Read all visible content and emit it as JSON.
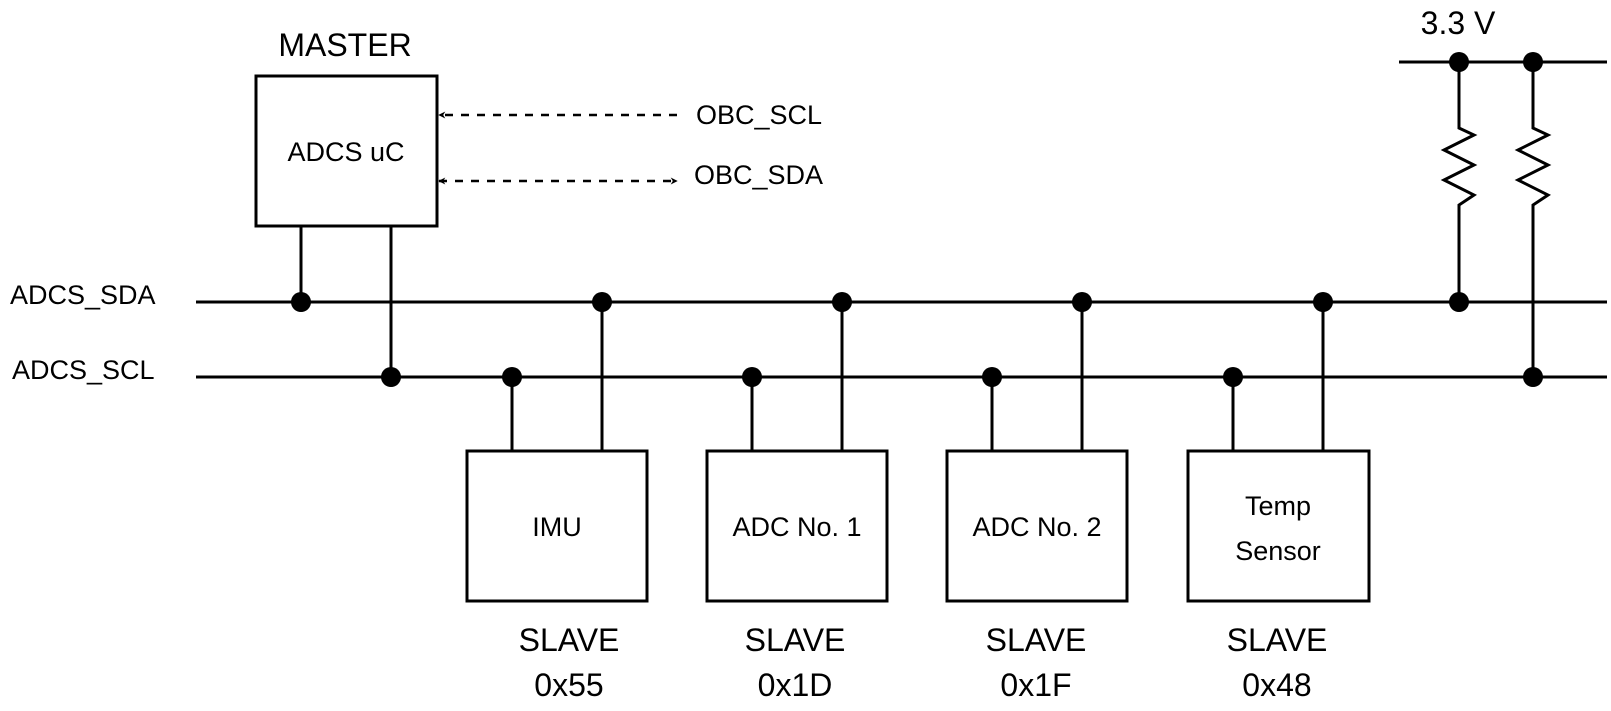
{
  "diagram": {
    "supply_label": "3.3 V",
    "bus": {
      "sda_label": "ADCS_SDA",
      "scl_label": "ADCS_SCL"
    },
    "master": {
      "role": "MASTER",
      "name": "ADCS uC"
    },
    "external": {
      "obc_scl": "OBC_SCL",
      "obc_sda": "OBC_SDA"
    },
    "slaves": [
      {
        "name": "IMU",
        "role": "SLAVE",
        "address": "0x55"
      },
      {
        "name": "ADC No. 1",
        "role": "SLAVE",
        "address": "0x1D"
      },
      {
        "name": "ADC No. 2",
        "role": "SLAVE",
        "address": "0x1F"
      },
      {
        "name_line1": "Temp",
        "name_line2": "Sensor",
        "role": "SLAVE",
        "address": "0x48"
      }
    ]
  }
}
